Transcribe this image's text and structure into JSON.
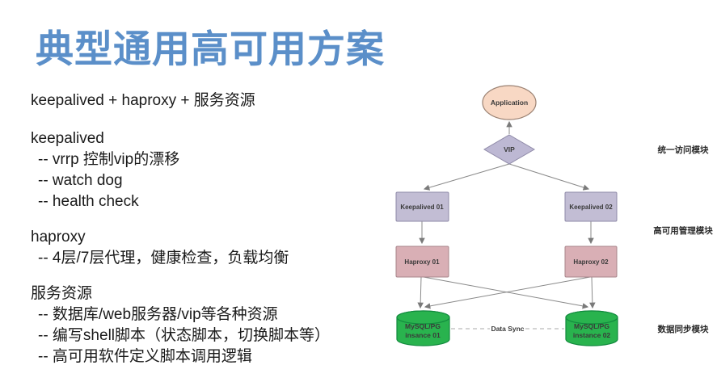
{
  "slide": {
    "title": "典型通用高可用方案",
    "intro": "keepalived + haproxy + 服务资源",
    "sections": [
      {
        "heading": "keepalived",
        "items": [
          "-- vrrp 控制vip的漂移",
          "-- watch dog",
          "-- health check"
        ]
      },
      {
        "heading": "haproxy",
        "items": [
          "-- 4层/7层代理，健康检查，负载均衡"
        ]
      },
      {
        "heading": "服务资源",
        "items": [
          "-- 数据库/web服务器/vip等各种资源",
          "-- 编写shell脚本（状态脚本，切换脚本等）",
          "-- 高可用软件定义脚本调用逻辑"
        ]
      }
    ]
  },
  "diagram": {
    "nodes": {
      "application": {
        "label": "Application",
        "fill": "#f8d8c4",
        "stroke": "#9b8273"
      },
      "vip": {
        "label": "VIP",
        "fill": "#bdb8d3",
        "stroke": "#8f8aa8"
      },
      "keepalived1": {
        "label": "Keepalived 01",
        "fill": "#c2bdd4",
        "stroke": "#8f8aa8"
      },
      "keepalived2": {
        "label": "Keepalived 02",
        "fill": "#c2bdd4",
        "stroke": "#8f8aa8"
      },
      "haproxy1": {
        "label": "Haproxy 01",
        "fill": "#d9afb5",
        "stroke": "#a8848a"
      },
      "haproxy2": {
        "label": "Haproxy 02",
        "fill": "#d9afb5",
        "stroke": "#a8848a"
      },
      "db1": {
        "line1": "MySQL/PG",
        "line2": "insance 01",
        "fill": "#29b34e",
        "stroke": "#128a3e"
      },
      "db2": {
        "line1": "MySQL/PG",
        "line2": "instance 02",
        "fill": "#29b34e",
        "stroke": "#128a3e"
      }
    },
    "sync_label": "Data Sync",
    "module_labels": [
      "统一访问模块",
      "高可用管理模块",
      "数据同步模块"
    ]
  },
  "colors": {
    "title": "#5b8fc9",
    "body_text": "#1a1a1a",
    "connector": "#8a8a8a",
    "module_label_text": "#2b2b2b"
  }
}
